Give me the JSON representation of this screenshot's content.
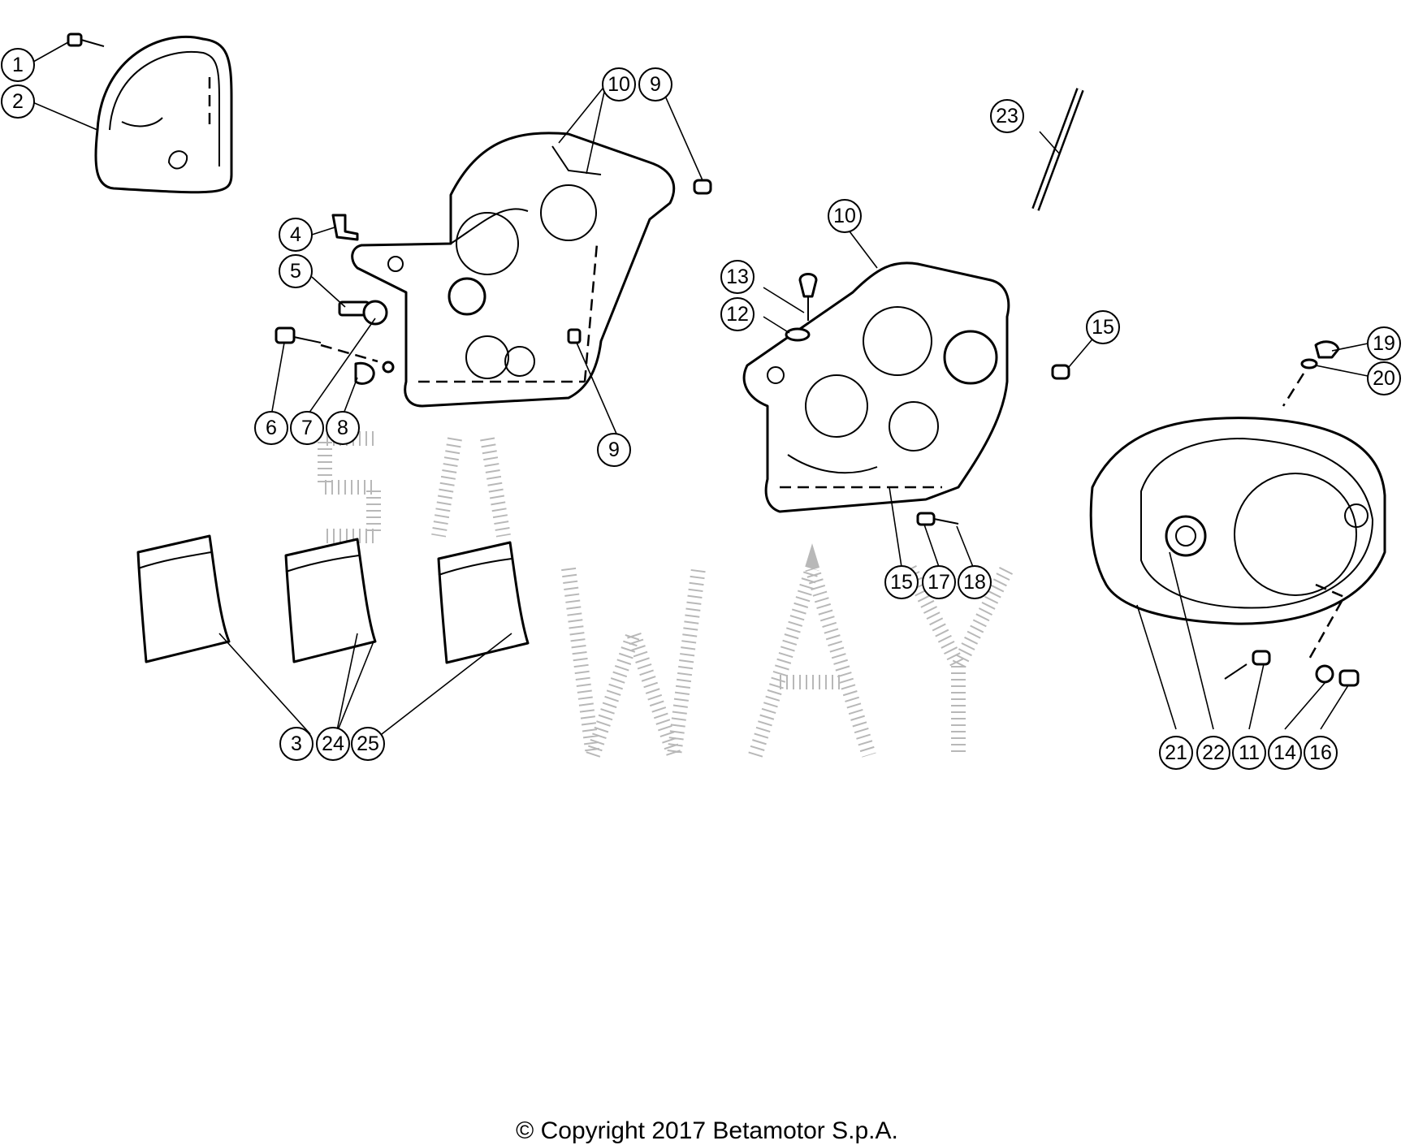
{
  "footer": {
    "copyright": "© Copyright 2017 Betamotor S.p.A."
  },
  "callouts": [
    {
      "id": "c1",
      "label": "1"
    },
    {
      "id": "c2",
      "label": "2"
    },
    {
      "id": "c3",
      "label": "3"
    },
    {
      "id": "c4",
      "label": "4"
    },
    {
      "id": "c5",
      "label": "5"
    },
    {
      "id": "c6",
      "label": "6"
    },
    {
      "id": "c7",
      "label": "7"
    },
    {
      "id": "c8",
      "label": "8"
    },
    {
      "id": "c9a",
      "label": "9"
    },
    {
      "id": "c9b",
      "label": "9"
    },
    {
      "id": "c10a",
      "label": "10"
    },
    {
      "id": "c10b",
      "label": "10"
    },
    {
      "id": "c11",
      "label": "11"
    },
    {
      "id": "c12",
      "label": "12"
    },
    {
      "id": "c13",
      "label": "13"
    },
    {
      "id": "c14",
      "label": "14"
    },
    {
      "id": "c15a",
      "label": "15"
    },
    {
      "id": "c15b",
      "label": "15"
    },
    {
      "id": "c16",
      "label": "16"
    },
    {
      "id": "c17",
      "label": "17"
    },
    {
      "id": "c18",
      "label": "18"
    },
    {
      "id": "c19",
      "label": "19"
    },
    {
      "id": "c20",
      "label": "20"
    },
    {
      "id": "c21",
      "label": "21"
    },
    {
      "id": "c22",
      "label": "22"
    },
    {
      "id": "c23",
      "label": "23"
    },
    {
      "id": "c24",
      "label": "24"
    },
    {
      "id": "c25",
      "label": "25"
    }
  ]
}
